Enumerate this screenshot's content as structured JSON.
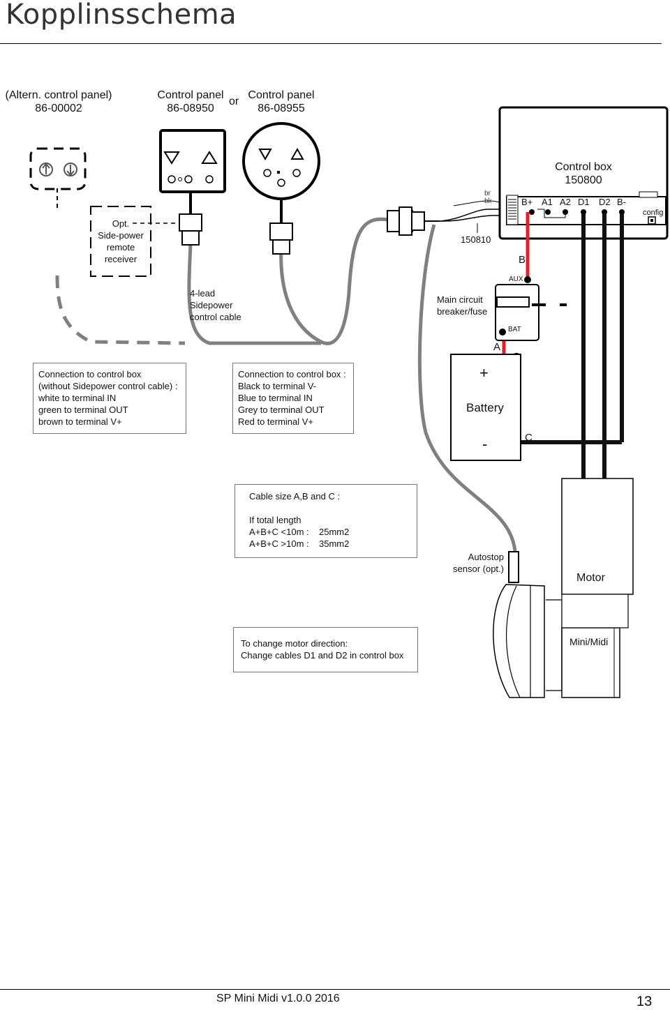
{
  "title": "Kopplinsschema",
  "panels": {
    "altern": {
      "line1": "(Altern. control panel)",
      "line2": "86-00002"
    },
    "cp1": {
      "line1": "Control panel",
      "line2": "86-08950"
    },
    "or": "or",
    "cp2": {
      "line1": "Control panel",
      "line2": "86-08955"
    }
  },
  "receiver": {
    "lines": [
      "Opt.",
      "Side-power",
      "remote",
      "receiver"
    ]
  },
  "control_box": {
    "title": "Control box",
    "number": "150800",
    "terminals": [
      "B+",
      "A1",
      "A2",
      "D1",
      "D2",
      "B-"
    ],
    "config": "config",
    "wire_br": "br",
    "wire_bk": "bk"
  },
  "adapter_number": "150810",
  "cable_label": {
    "lines": [
      "4-lead",
      "Sidepower",
      "control cable"
    ]
  },
  "breaker": {
    "lines": [
      "Main circuit",
      "breaker/fuse"
    ],
    "aux": "AUX",
    "bat": "BAT"
  },
  "cable_letters": {
    "a": "A",
    "b": "B",
    "c": "C"
  },
  "battery": {
    "label": "Battery",
    "plus": "+",
    "minus": "-"
  },
  "note_without": {
    "lines": [
      "Connection to control box",
      "(without Sidepower control cable) :",
      "white to terminal  IN",
      "green to terminal  OUT",
      "brown to terminal V+"
    ]
  },
  "note_with": {
    "lines": [
      "Connection to control box :",
      "Black to terminal  V-",
      "Blue to terminal   IN",
      "Grey to terminal  OUT",
      "Red to terminal    V+"
    ]
  },
  "cable_size": {
    "heading": "Cable size A,B and C :",
    "sub": "If total length",
    "rows": [
      {
        "cond": "A+B+C <10m :",
        "size": "25mm2"
      },
      {
        "cond": "A+B+C >10m :",
        "size": "35mm2"
      }
    ]
  },
  "autostop": {
    "lines": [
      "Autostop",
      "sensor (opt.)"
    ]
  },
  "motor": {
    "label": "Motor",
    "model": "Mini/Midi"
  },
  "direction_note": {
    "lines": [
      "To change motor direction:",
      "Change cables D1 and D2 in control box"
    ]
  },
  "footer": {
    "text": "SP Mini Midi v1.0.0 2016",
    "page": "13"
  },
  "colors": {
    "red_wire": "#e0202a",
    "black_cable": "#111111",
    "grey_cable": "#808080"
  }
}
